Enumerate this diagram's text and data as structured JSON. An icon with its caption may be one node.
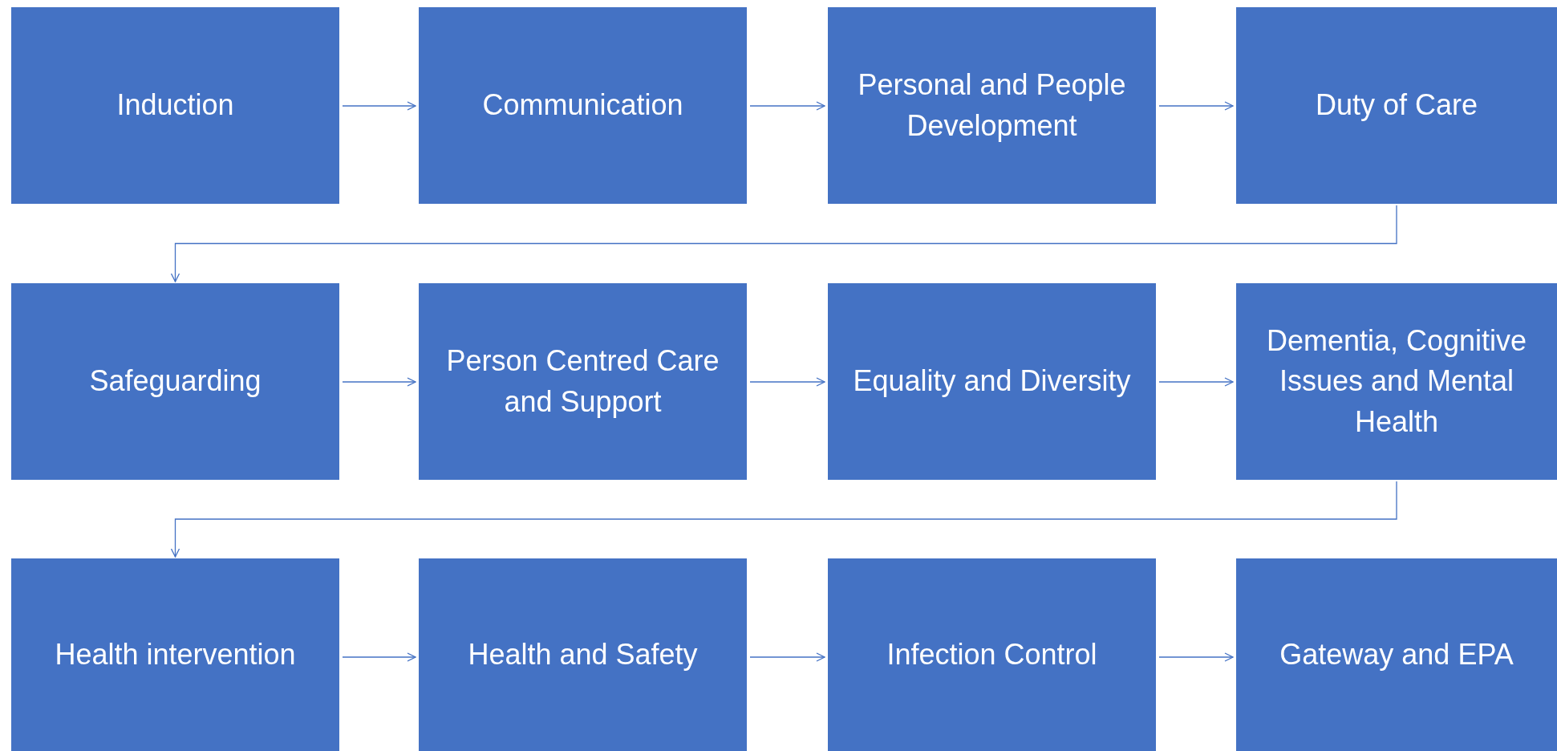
{
  "diagram": {
    "nodes": [
      {
        "text": [
          "Induction"
        ]
      },
      {
        "text": [
          "Communication"
        ]
      },
      {
        "text": [
          "Personal and People Development"
        ]
      },
      {
        "text": [
          "Duty of Care"
        ]
      },
      {
        "text": [
          "Safeguarding"
        ]
      },
      {
        "text": [
          "Person Centred Care and Support"
        ]
      },
      {
        "text": [
          "Equality and Diversity"
        ]
      },
      {
        "text": [
          "Dementia, Cognitive Issues and Mental Health"
        ]
      },
      {
        "text": [
          "Health intervention"
        ]
      },
      {
        "text": [
          "Health and Safety"
        ]
      },
      {
        "text": [
          "Infection Control"
        ]
      },
      {
        "text": [
          "Gateway and EPA"
        ]
      }
    ],
    "edges": [
      {
        "from": 0,
        "to": 1,
        "arrow": "to"
      },
      {
        "from": 1,
        "to": 2,
        "arrow": "to"
      },
      {
        "from": 2,
        "to": 3,
        "arrow": "to"
      },
      {
        "from": 3,
        "to": 4,
        "arrow": "to"
      },
      {
        "from": 4,
        "to": 5,
        "arrow": "to"
      },
      {
        "from": 5,
        "to": 6,
        "arrow": "to"
      },
      {
        "from": 6,
        "to": 7,
        "arrow": "to"
      },
      {
        "from": 7,
        "to": 8,
        "arrow": "to"
      },
      {
        "from": 8,
        "to": 9,
        "arrow": "to"
      },
      {
        "from": 9,
        "to": 10,
        "arrow": "to"
      },
      {
        "from": 10,
        "to": 11,
        "arrow": "to"
      }
    ]
  }
}
